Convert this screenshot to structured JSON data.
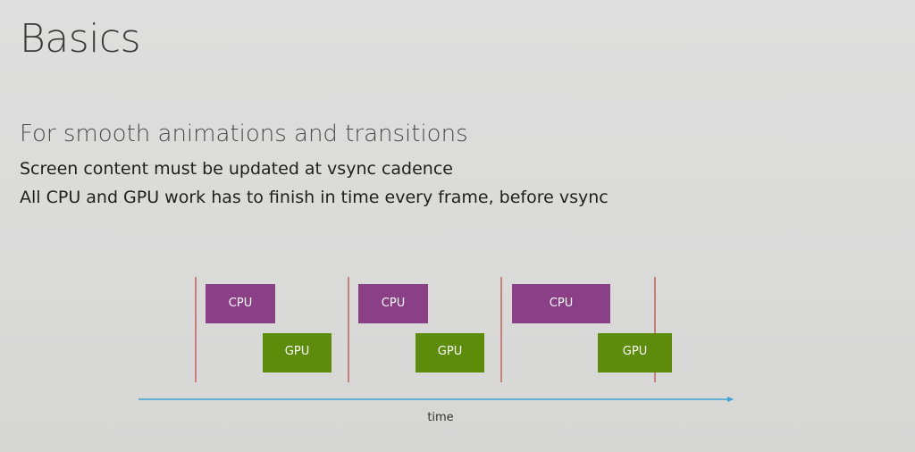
{
  "slide": {
    "title": "Basics",
    "subheading": "For smooth animations and transitions",
    "bullets": [
      "Screen content must be updated at vsync cadence",
      "All CPU and GPU work has to finish in time every frame, before vsync"
    ]
  },
  "diagram": {
    "axis_label": "time",
    "colors": {
      "cpu": "#8a3f86",
      "gpu": "#5c8c0a",
      "vsync": "#c0625e",
      "axis": "#3fa1d4"
    },
    "frames": [
      {
        "cpu_label": "CPU",
        "gpu_label": "GPU"
      },
      {
        "cpu_label": "CPU",
        "gpu_label": "GPU"
      },
      {
        "cpu_label": "CPU",
        "gpu_label": "GPU"
      }
    ]
  }
}
